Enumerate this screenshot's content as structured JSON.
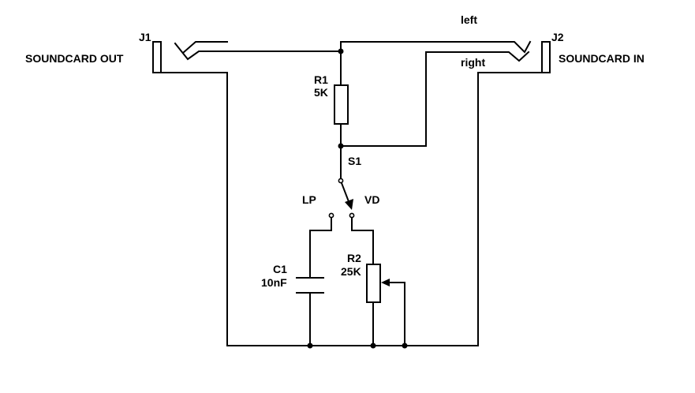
{
  "jacks": {
    "j1": {
      "ref": "J1",
      "label": "SOUNDCARD OUT"
    },
    "j2": {
      "ref": "J2",
      "label": "SOUNDCARD IN",
      "channel_left": "left",
      "channel_right": "right"
    }
  },
  "components": {
    "r1": {
      "ref": "R1",
      "value": "5K"
    },
    "s1": {
      "ref": "S1",
      "pos_lp": "LP",
      "pos_vd": "VD"
    },
    "c1": {
      "ref": "C1",
      "value": "10nF"
    },
    "r2": {
      "ref": "R2",
      "value": "25K"
    }
  },
  "colors": {
    "ink": "#000000",
    "background": "#ffffff"
  }
}
